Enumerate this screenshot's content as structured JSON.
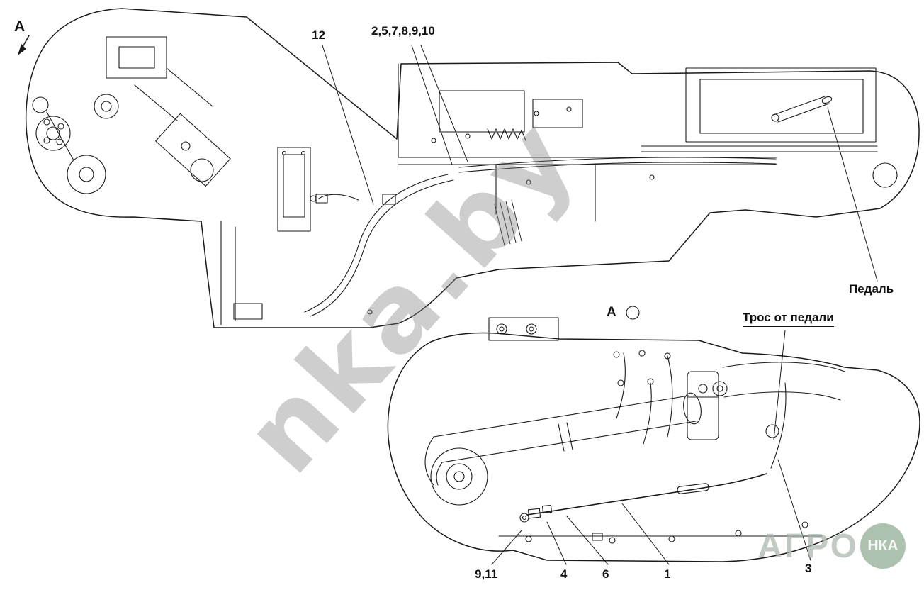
{
  "figure": {
    "type": "technical-diagram",
    "view_arrow_label": "A",
    "view_marker_label": "A",
    "callouts": {
      "c12": "12",
      "group": "2,5,7,8,9,10",
      "c911": "9,11",
      "c4": "4",
      "c6": "6",
      "c1": "1",
      "c3": "3"
    },
    "part_labels": {
      "pedal": "Педаль",
      "cable_from_pedal": "Трос от педали"
    }
  },
  "watermark": "nka.by",
  "logo": {
    "text_agro": "АГРО",
    "text_nka": "НКА"
  },
  "colors": {
    "line": "#1a1a1a",
    "background": "#ffffff",
    "watermark_gray": "#7d7d7d",
    "logo_green": "#8ba88e",
    "logo_gray": "#a8b3aa"
  }
}
